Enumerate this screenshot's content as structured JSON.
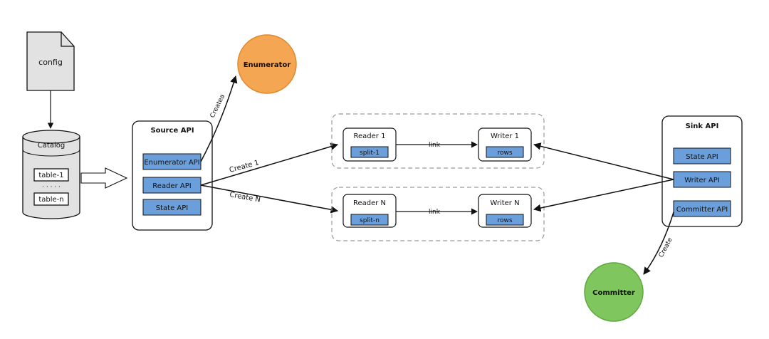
{
  "config": {
    "label": "config"
  },
  "catalog": {
    "label": "Catalog",
    "tables": [
      "table-1",
      "table-n"
    ],
    "ellipsis": "· · · · ·"
  },
  "source": {
    "title": "Source API",
    "apis": [
      "Enumerator API",
      "Reader API",
      "State API"
    ]
  },
  "enumerator": {
    "label": "Enumerator"
  },
  "sink": {
    "title": "Sink API",
    "apis": [
      "State API",
      "Writer API",
      "Committer API"
    ]
  },
  "committer": {
    "label": "Committer"
  },
  "groups": [
    {
      "reader": "Reader 1",
      "reader_tag": "split-1",
      "writer": "Writer 1",
      "writer_tag": "rows",
      "link": "link"
    },
    {
      "reader": "Reader N",
      "reader_tag": "split-n",
      "writer": "Writer N",
      "writer_tag": "rows",
      "link": "link"
    }
  ],
  "edge_labels": {
    "createa": "Createa",
    "create_1": "Create 1",
    "create_n": "Create N",
    "create": "Create"
  },
  "colors": {
    "api_fill": "#6b9fdc",
    "enumerator_fill": "#f5a653",
    "committer_fill": "#7fc65f",
    "doc_fill": "#e2e2e2",
    "stroke": "#111111",
    "dashed": "#9a9a9a"
  }
}
